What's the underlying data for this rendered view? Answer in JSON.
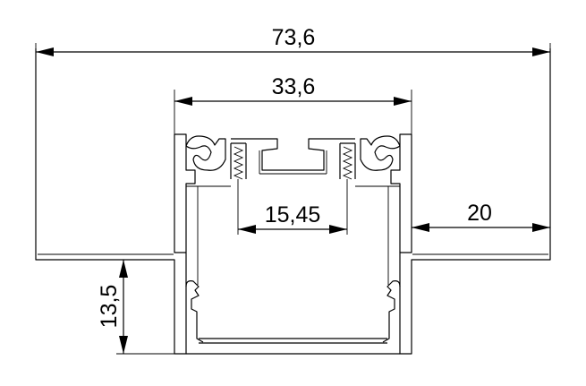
{
  "dimensions": {
    "overall_width": "73,6",
    "channel_width": "33,6",
    "slot_width": "15,45",
    "flange_width": "20",
    "flange_height": "13,5"
  },
  "colors": {
    "line": "#000000",
    "background": "#ffffff"
  }
}
